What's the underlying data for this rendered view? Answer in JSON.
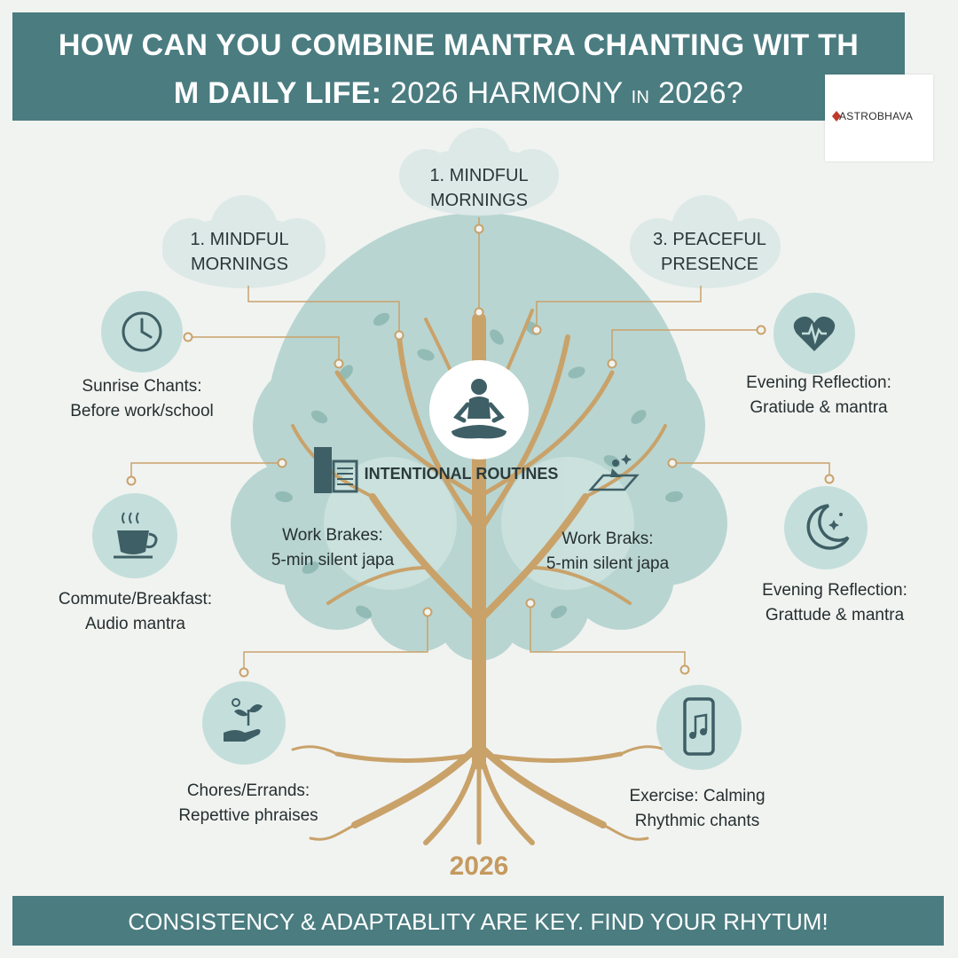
{
  "header": {
    "line1": "HOW CAN YOU COMBINE MANTRA CHANTING WIT  TH",
    "line2_a": "M   DAILY LIFE:",
    "line2_b": " 2026 HARMONY ",
    "line2_c": "IN",
    "line2_d": " 2026?"
  },
  "logo": {
    "text": "ASTROBHAVA",
    "mark_color": "#c0392b"
  },
  "clouds": {
    "top": [
      "1. MINDFUL",
      "MORNINGS"
    ],
    "left": [
      "1. MINDFUL",
      "MORNINGS"
    ],
    "right": [
      "3. PEACEFUL",
      "PRESENCE"
    ]
  },
  "center": {
    "title": "INTENTIONAL ROUTINES"
  },
  "items": {
    "sunrise": [
      "Sunrise Chants:",
      "Before work/school"
    ],
    "commute": [
      "Commute/Breakfast:",
      "Audio mantra"
    ],
    "chores": [
      "Chores/Errands:",
      "Repettive phraises"
    ],
    "work_left": [
      "Work Brakes:",
      "5-min silent japa"
    ],
    "work_right": [
      "Work Braks:",
      "5-min silent japa"
    ],
    "evening1": [
      "Evening Reflection:",
      "Gratiude & mantra"
    ],
    "evening2": [
      "Evening Reflection:",
      "Grattude & mantra"
    ],
    "exercise": [
      "Exercise:  Calming",
      "Rhythmic chants"
    ]
  },
  "year": "2026",
  "footer": {
    "text": "CONSISTENCY & ADAPTABLITY ARE KEY. FIND YOUR RHYTUM!"
  },
  "colors": {
    "header": "#4a7c80",
    "trunk": "#c9a26a",
    "canopy": "#b8d5d1",
    "icon": "#3f5f66"
  },
  "icons": [
    "meditation-icon",
    "clock-icon",
    "coffee-cup-icon",
    "seedling-hand-icon",
    "heart-pulse-icon",
    "moon-stars-icon",
    "phone-music-icon",
    "books-icon",
    "yoga-mat-icon"
  ]
}
